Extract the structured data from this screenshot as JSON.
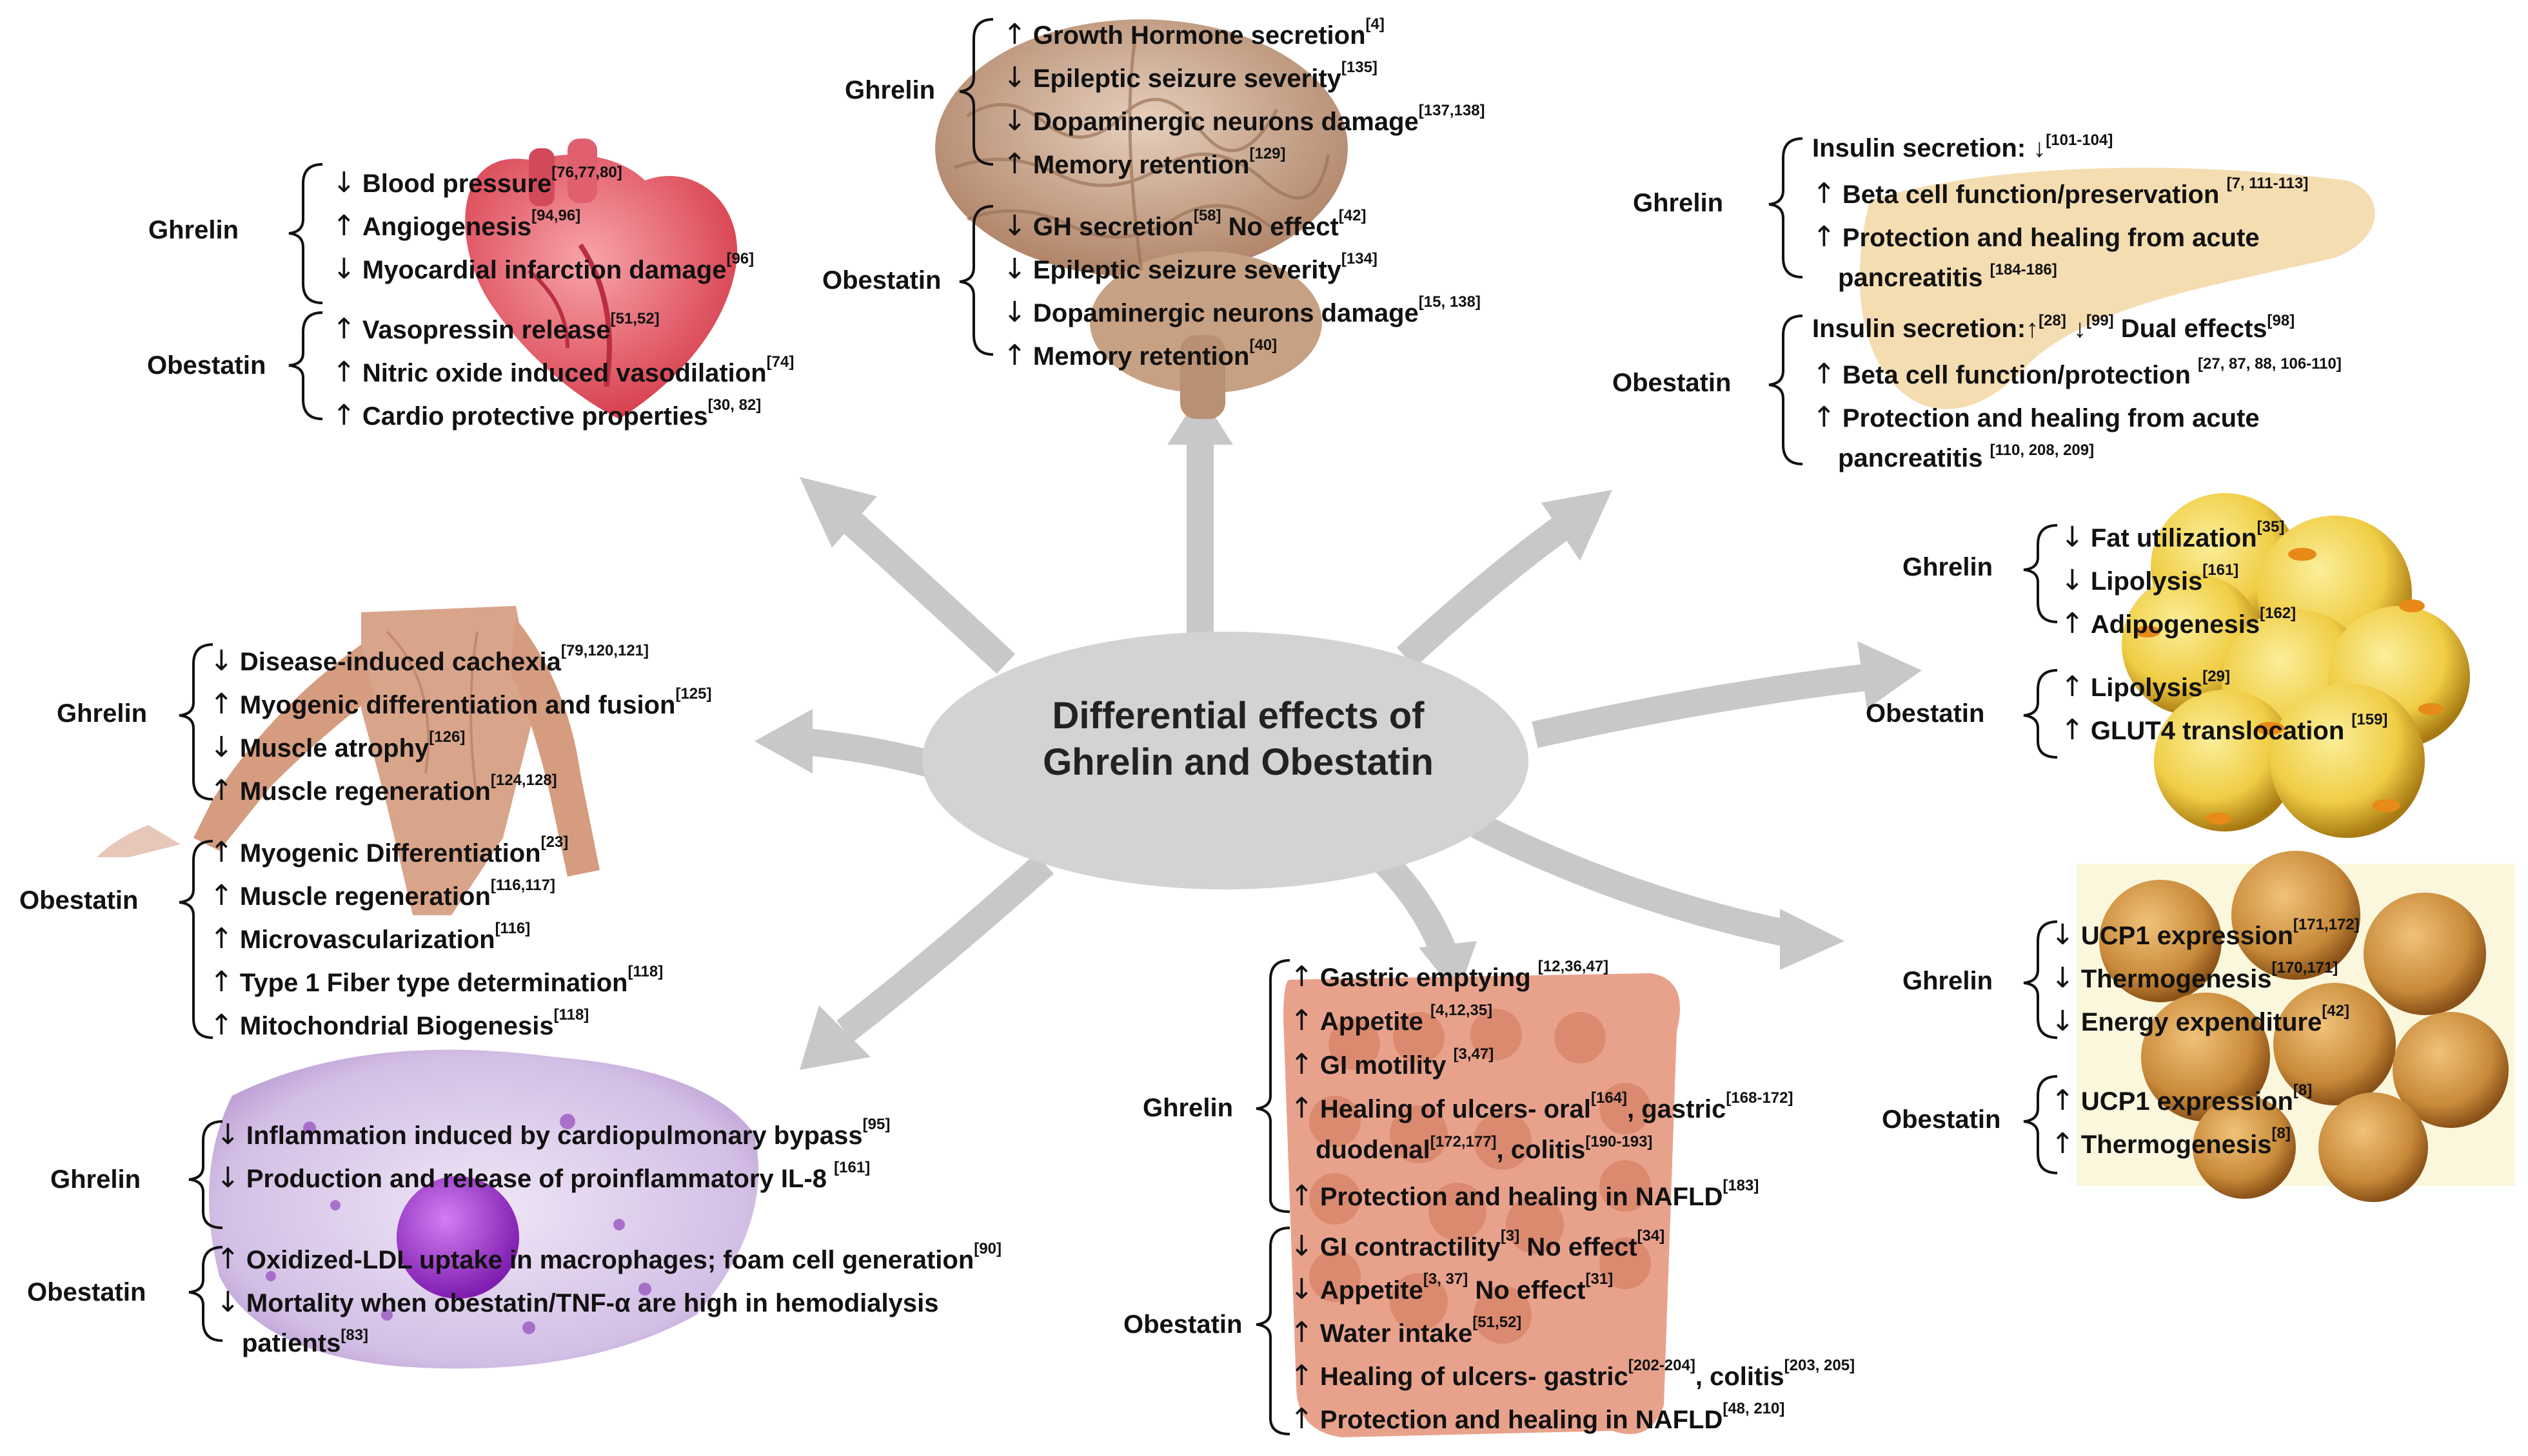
{
  "title": "Differential effects of Ghrelin and Obestatin",
  "labels": {
    "ghrelin": "Ghrelin",
    "obestatin": "Obestatin"
  },
  "arrows": {
    "up": "↑",
    "down": "↓"
  },
  "colors": {
    "arrow": "#c8c8c8",
    "ellipse": "#d3d3d3",
    "heart": "#e8626e",
    "brain": "#c9a98f",
    "pancreas": "#f3d9a8",
    "fat_yellow": "#f3cf44",
    "brown_fat": "#c98a3a",
    "intestine": "#e4967d",
    "muscle": "#d9a58a",
    "macrophage": "#cdb6e0",
    "nucleus": "#9b30c9"
  },
  "icons": [
    "heart-image",
    "brain-image",
    "pancreas-image",
    "muscle-body-image",
    "fat-cells-image",
    "brown-fat-image",
    "intestine-image",
    "macrophage-image"
  ],
  "panels": {
    "heart": {
      "ghrelin": [
        {
          "dir": "down",
          "text": "Blood pressure",
          "ref": "[76,77,80]"
        },
        {
          "dir": "up",
          "text": "Angiogenesis",
          "ref": "[94,96]"
        },
        {
          "dir": "down",
          "text": "Myocardial infarction damage",
          "ref": "[96]"
        }
      ],
      "obestatin": [
        {
          "dir": "up",
          "text": "Vasopressin release",
          "ref": "[51,52]"
        },
        {
          "dir": "up",
          "text": "Nitric oxide induced vasodilation",
          "ref": "[74]"
        },
        {
          "dir": "up",
          "text": "Cardio protective properties",
          "ref": "[30, 82]"
        }
      ]
    },
    "brain": {
      "ghrelin": [
        {
          "dir": "up",
          "text": "Growth Hormone secretion",
          "ref": "[4]"
        },
        {
          "dir": "down",
          "text": "Epileptic seizure severity",
          "ref": "[135]"
        },
        {
          "dir": "down",
          "text": "Dopaminergic neurons damage",
          "ref": "[137,138]"
        },
        {
          "dir": "up",
          "text": "Memory retention",
          "ref": "[129]"
        }
      ],
      "obestatin": [
        {
          "dir": "down",
          "text": "GH secretion",
          "ref": "[58]",
          "extra": " No effect",
          "extra_ref": "[42]"
        },
        {
          "dir": "down",
          "text": "Epileptic seizure severity",
          "ref": "[134]"
        },
        {
          "dir": "down",
          "text": "Dopaminergic neurons damage",
          "ref": "[15, 138]"
        },
        {
          "dir": "up",
          "text": "Memory retention",
          "ref": "[40]"
        }
      ]
    },
    "pancreas": {
      "ghrelin": [
        {
          "text": "Insulin secretion: ↓",
          "ref": "[101-104]"
        },
        {
          "dir": "up",
          "text": "Beta cell function/preservation ",
          "ref": "[7, 111-113]"
        },
        {
          "dir": "up",
          "text": "Protection and healing from acute"
        },
        {
          "text": "pancreatitis ",
          "ref": "[184-186]"
        }
      ],
      "obestatin": [
        {
          "text": "Insulin secretion:↑",
          "ref": "[28]",
          "extra": " ↓",
          "extra_ref": "[99]",
          "extra2": " Dual effects",
          "extra2_ref": "[98]"
        },
        {
          "dir": "up",
          "text": "Beta cell function/protection ",
          "ref": "[27, 87, 88, 106-110]"
        },
        {
          "dir": "up",
          "text": "Protection and healing from acute"
        },
        {
          "text": "pancreatitis ",
          "ref": "[110, 208, 209]"
        }
      ]
    },
    "muscle": {
      "ghrelin": [
        {
          "dir": "down",
          "text": "Disease-induced cachexia",
          "ref": "[79,120,121]"
        },
        {
          "dir": "up",
          "text": "Myogenic differentiation and fusion",
          "ref": "[125]"
        },
        {
          "dir": "down",
          "text": "Muscle atrophy",
          "ref": "[126]"
        },
        {
          "dir": "up",
          "text": "Muscle regeneration",
          "ref": "[124,128]"
        }
      ],
      "obestatin": [
        {
          "dir": "up",
          "text": "Myogenic Differentiation",
          "ref": "[23]"
        },
        {
          "dir": "up",
          "text": "Muscle regeneration",
          "ref": "[116,117]"
        },
        {
          "dir": "up",
          "text": "Microvascularization",
          "ref": "[116]"
        },
        {
          "dir": "up",
          "text": "Type 1 Fiber type determination",
          "ref": "[118]"
        },
        {
          "dir": "up",
          "text": "Mitochondrial Biogenesis",
          "ref": "[118]"
        }
      ]
    },
    "fat": {
      "ghrelin": [
        {
          "dir": "down",
          "text": "Fat utilization",
          "ref": "[35]"
        },
        {
          "dir": "down",
          "text": "Lipolysis",
          "ref": "[161]"
        },
        {
          "dir": "up",
          "text": "Adipogenesis",
          "ref": "[162]"
        }
      ],
      "obestatin": [
        {
          "dir": "up",
          "text": "Lipolysis",
          "ref": "[29]"
        },
        {
          "dir": "up",
          "text": "GLUT4 translocation ",
          "ref": "[159]"
        }
      ]
    },
    "brown_fat": {
      "ghrelin": [
        {
          "dir": "down",
          "text": "UCP1 expression",
          "ref": "[171,172]"
        },
        {
          "dir": "down",
          "text": "Thermogenesis",
          "ref": "[170,171]"
        },
        {
          "dir": "down",
          "text": "Energy expenditure",
          "ref": "[42]"
        }
      ],
      "obestatin": [
        {
          "dir": "up",
          "text": "UCP1 expression",
          "ref": "[8]"
        },
        {
          "dir": "up",
          "text": "Thermogenesis",
          "ref": "[8]"
        }
      ]
    },
    "gut": {
      "ghrelin": [
        {
          "dir": "up",
          "text": "Gastric emptying ",
          "ref": "[12,36,47]"
        },
        {
          "dir": "up",
          "text": "Appetite ",
          "ref": "[4,12,35]"
        },
        {
          "dir": "up",
          "text": "GI motility ",
          "ref": "[3,47]"
        },
        {
          "dir": "up",
          "text": "Healing of ulcers- oral",
          "ref": "[164]",
          "extra": ", gastric",
          "extra_ref": "[168-172]"
        },
        {
          "text": "duodenal",
          "ref": "[172,177]",
          "extra": ",  colitis",
          "extra_ref": "[190-193]"
        },
        {
          "dir": "up",
          "text": "Protection and healing in NAFLD",
          "ref": "[183]"
        }
      ],
      "obestatin": [
        {
          "dir": "down",
          "text": "GI contractility",
          "ref": "[3]",
          "extra": " No effect",
          "extra_ref": "[34]"
        },
        {
          "dir": "down",
          "text": "Appetite",
          "ref": "[3, 37]",
          "extra": " No effect",
          "extra_ref": "[31]"
        },
        {
          "dir": "up",
          "text": "Water intake",
          "ref": "[51,52]"
        },
        {
          "dir": "up",
          "text": "Healing of ulcers- gastric",
          "ref": "[202-204]",
          "extra": ", colitis",
          "extra_ref": "[203, 205]"
        },
        {
          "dir": "up",
          "text": "Protection and healing in NAFLD",
          "ref": "[48, 210]"
        }
      ]
    },
    "macrophage": {
      "ghrelin": [
        {
          "dir": "down",
          "text": "Inflammation induced by cardiopulmonary bypass",
          "ref": "[95]"
        },
        {
          "dir": "down",
          "text": "Production and release of proinflammatory IL-8 ",
          "ref": "[161]"
        }
      ],
      "obestatin": [
        {
          "dir": "up",
          "text": "Oxidized-LDL uptake in macrophages; foam cell generation",
          "ref": "[90]"
        },
        {
          "dir": "down",
          "text": "Mortality when obestatin/TNF-α are high in hemodialysis"
        },
        {
          "text": "patients",
          "ref": "[83]"
        }
      ]
    }
  }
}
